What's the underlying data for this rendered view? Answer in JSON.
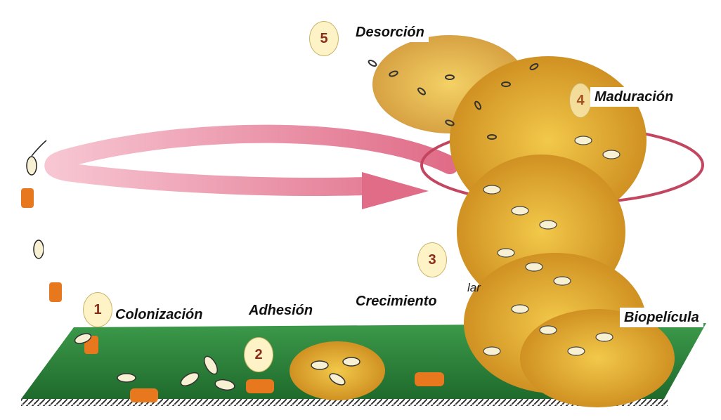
{
  "stages": [
    {
      "number": "1",
      "label": "Colonización"
    },
    {
      "number": "2",
      "label": "Adhesión"
    },
    {
      "number": "3",
      "label": "Crecimiento"
    },
    {
      "number": "4",
      "label": "Maduración"
    },
    {
      "number": "5",
      "label": "Desorción"
    }
  ],
  "result_label": "Biopelícula",
  "fragment_text": "lar",
  "colors": {
    "surface_green": "#2f8a3c",
    "arrow_pink": "#e27a93",
    "biofilm_yellow": "#d9a21c",
    "badge_fill": "#fdf3c6",
    "badge_text": "#8a2b1c"
  }
}
